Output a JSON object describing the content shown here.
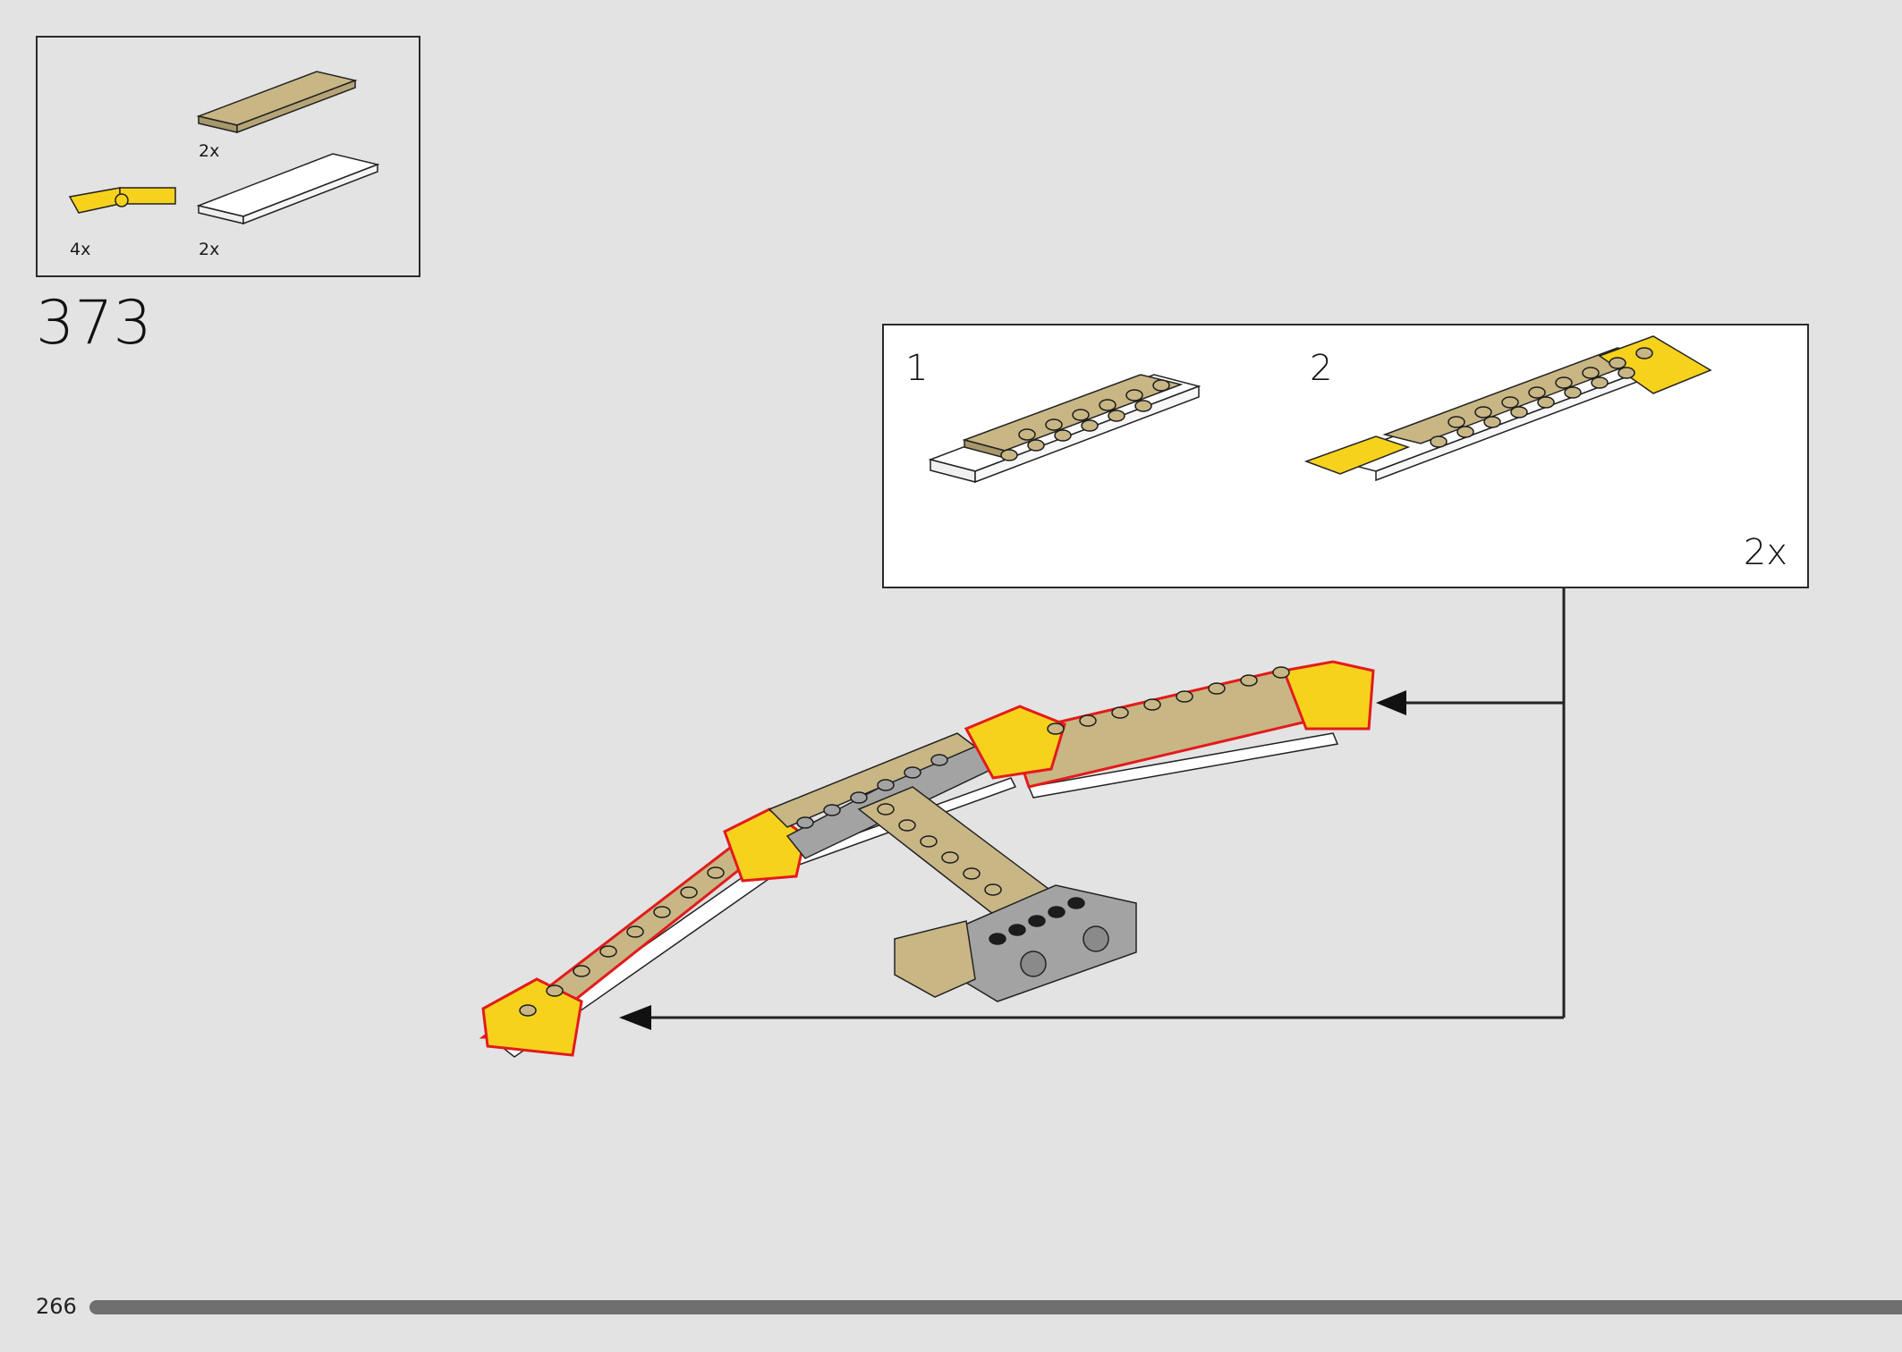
{
  "page": {
    "step_number": "373",
    "page_number": "266",
    "progress_fraction": 1.0
  },
  "parts_list": {
    "items": [
      {
        "name": "tan-plate-2x6",
        "qty": "2x",
        "color": "#c8b685"
      },
      {
        "name": "yellow-hinge-plate",
        "qty": "4x",
        "color": "#f6d21d"
      },
      {
        "name": "white-plate-2x8",
        "qty": "2x",
        "color": "#ffffff"
      }
    ]
  },
  "callout": {
    "steps": [
      {
        "number": "1"
      },
      {
        "number": "2"
      }
    ],
    "multiplier": "2x"
  },
  "colors": {
    "background": "#e3e3e3",
    "tan": "#c8b685",
    "yellow": "#f6d21d",
    "white": "#ffffff",
    "gray": "#a3a3a3",
    "highlight": "#e31b1b",
    "stud_dark": "#1c1c1c"
  },
  "icons": {
    "arrows": [
      "arrow-right-to-assembly",
      "arrow-left-to-assembly"
    ]
  }
}
